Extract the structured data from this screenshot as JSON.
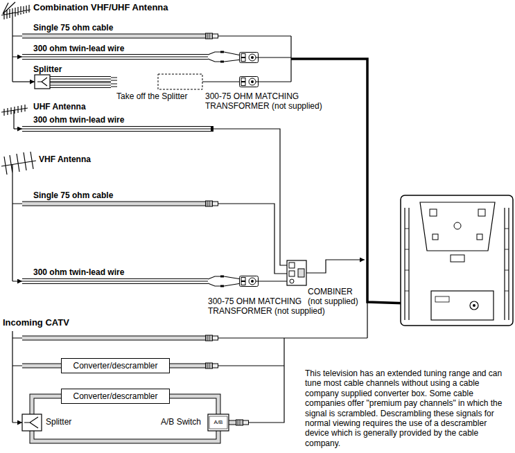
{
  "diagram": {
    "nodes": [
      {
        "text": [
          "Converter/descrambler"
        ]
      },
      {
        "text": [
          "Converter/descrambler"
        ]
      }
    ],
    "labels": [
      "Combination VHF/UHF Antenna",
      "Single 75 ohm cable",
      "300 ohm twin-lead wire",
      "Splitter",
      "Take off the Splitter",
      "300-75 OHM MATCHING TRANSFORMER (not supplied)",
      "UHF Antenna",
      "300 ohm twin-lead wire",
      "VHF Antenna",
      "Single 75 ohm cable",
      "300 ohm twin-lead wire",
      "COMBINER (not supplied)",
      "300-75 OHM MATCHING TRANSFORMER (not supplied)",
      "Incoming CATV",
      "Splitter",
      "A/B Switch",
      "A/B",
      "This television has an extended tuning range and can tune most cable channels without using a cable company supplied converter box. Some cable companies offer \"premium pay channels\" in which the signal is scrambled. Descrambling these signals for normal viewing requires the use of a descrambler device which is generally provided by the cable company."
    ]
  }
}
